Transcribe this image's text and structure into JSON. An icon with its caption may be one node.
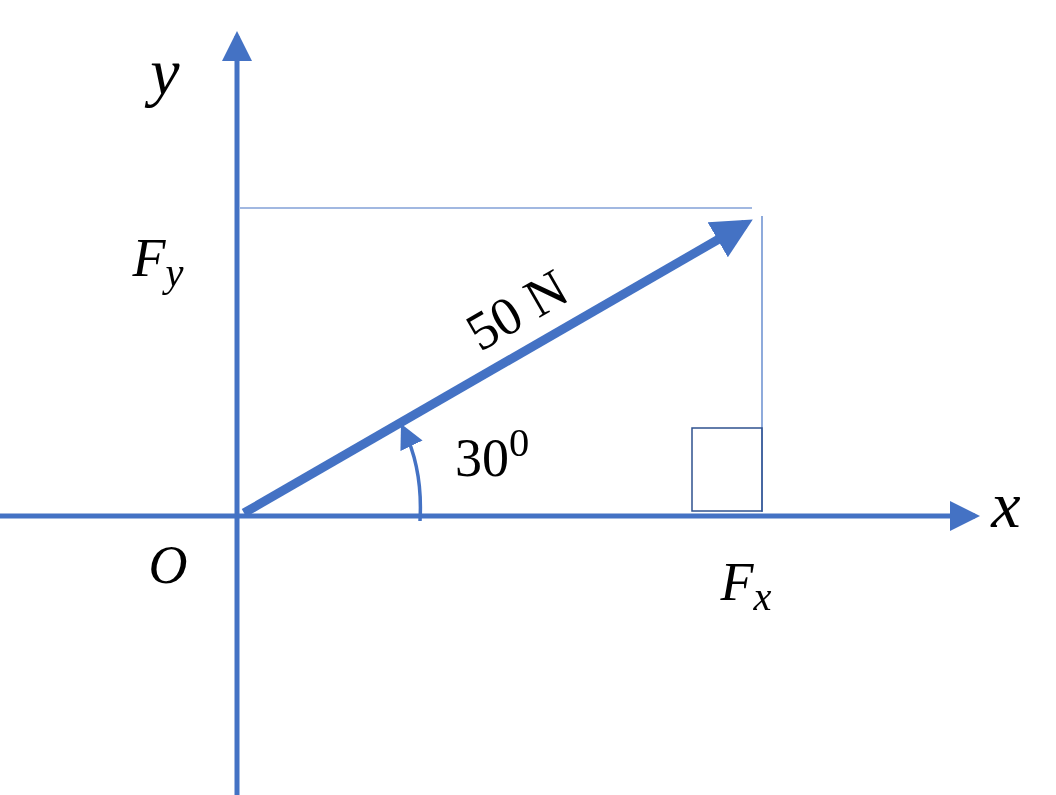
{
  "diagram": {
    "nodes": [
      {
        "text": [],
        "shape": "box"
      }
    ],
    "labels": [
      "y",
      "F$_{y}$",
      "50 N",
      "30$^{0}$",
      "x",
      "O",
      "F$_{x}$"
    ]
  }
}
